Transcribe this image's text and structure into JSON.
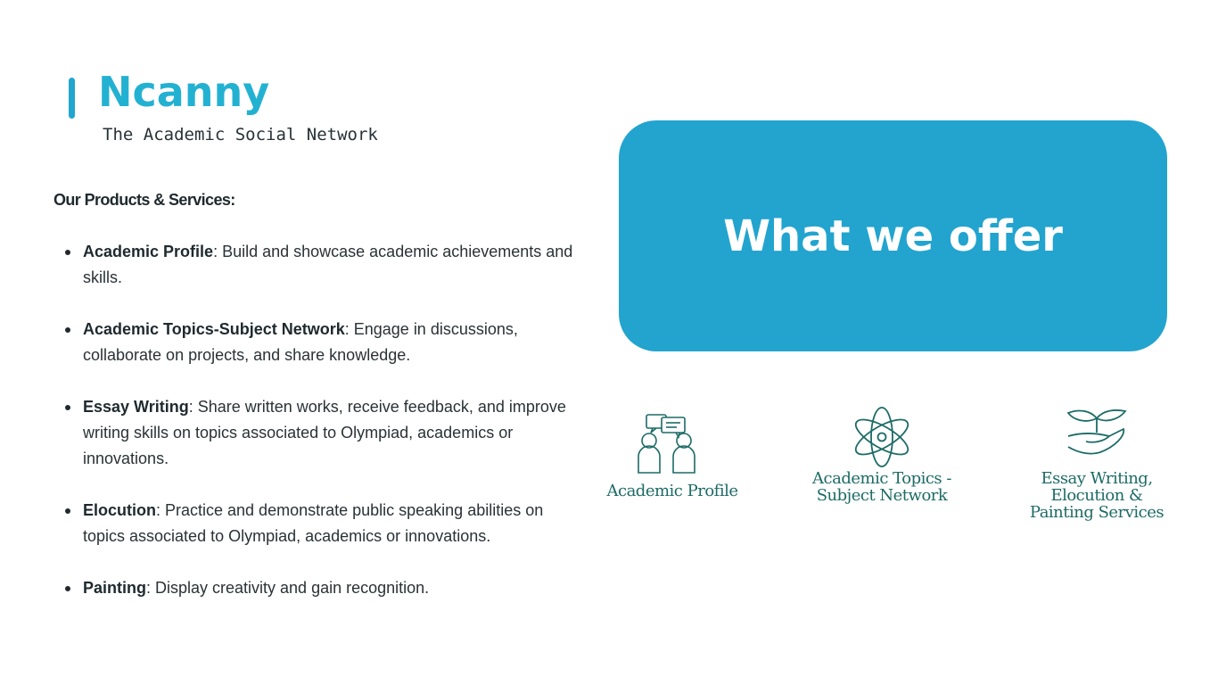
{
  "brand": {
    "title": "Ncanny",
    "subtitle": "The Academic Social Network"
  },
  "section_heading": "Our Products & Services:",
  "services": [
    {
      "name": "Academic Profile",
      "description": ": Build and showcase academic achievements and skills."
    },
    {
      "name": "Academic Topics-Subject Network",
      "description": ": Engage in discussions, collaborate on projects, and share knowledge."
    },
    {
      "name": "Essay Writing",
      "description": ": Share written works, receive feedback, and improve writing skills on topics associated to Olympiad, academics or innovations."
    },
    {
      "name": "Elocution",
      "description": ": Practice and demonstrate public speaking abilities on topics associated to Olympiad, academics or innovations."
    },
    {
      "name": "Painting",
      "description": ": Display creativity and gain recognition."
    }
  ],
  "offer_card": {
    "label": "What we offer"
  },
  "features": [
    {
      "icon": "people-chat-icon",
      "label": "Academic Profile"
    },
    {
      "icon": "atom-icon",
      "label": "Academic Topics - Subject Network"
    },
    {
      "icon": "hand-sprout-icon",
      "label": "Essay Writing, Elocution & Painting Services"
    }
  ],
  "colors": {
    "accent": "#22a6cf",
    "brand_title": "#23b1d2",
    "card": "#22a4cf",
    "feature_teal": "#1c6b66"
  }
}
